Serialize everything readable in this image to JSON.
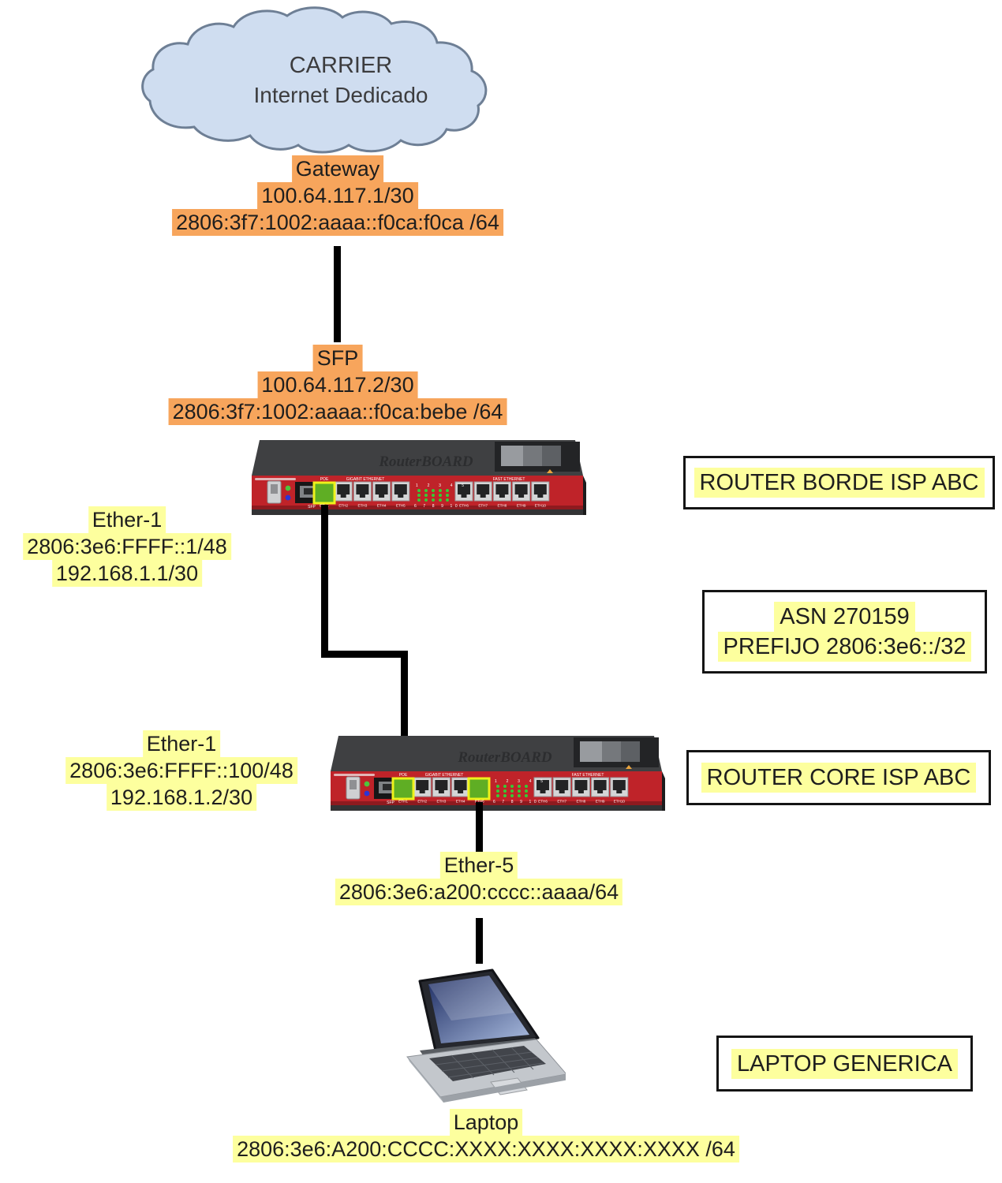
{
  "diagram": {
    "cloud": {
      "title": "CARRIER",
      "subtitle": "Internet Dedicado"
    },
    "carrier_gateway": {
      "name": "Gateway",
      "ipv4": "100.64.117.1/30",
      "ipv6": "2806:3f7:1002:aaaa::f0ca:f0ca /64"
    },
    "sfp_uplink": {
      "name": "SFP",
      "ipv4": "100.64.117.2/30",
      "ipv6": "2806:3f7:1002:aaaa::f0ca:bebe /64"
    },
    "router_borde": {
      "title": "ROUTER BORDE ISP ABC",
      "ether1": {
        "name": "Ether-1",
        "ipv6": "2806:3e6:FFFF::1/48",
        "ipv4": "192.168.1.1/30"
      }
    },
    "asn_info": {
      "line1": "ASN 270159",
      "line2": "PREFIJO 2806:3e6::/32"
    },
    "router_core": {
      "title": "ROUTER CORE ISP ABC",
      "ether1": {
        "name": "Ether-1",
        "ipv6": "2806:3e6:FFFF::100/48",
        "ipv4": "192.168.1.2/30"
      },
      "ether5": {
        "name": "Ether-5",
        "ipv6": "2806:3e6:a200:cccc::aaaa/64"
      }
    },
    "laptop": {
      "box_title": "LAPTOP GENERICA",
      "name": "Laptop",
      "ipv6": "2806:3e6:A200:CCCC:XXXX:XXXX:XXXX:XXXX /64"
    }
  },
  "router_art": {
    "brand": "RouterBOARD",
    "labels": {
      "sfp": "SFP",
      "poe": "POE",
      "gigabit": "GIGABIT ETHERNET",
      "fast": "FAST ETHERNET"
    },
    "led_rows": {
      "top": "1 2 3 4 5",
      "bottom": "6 7 8 9 10"
    },
    "ports": [
      "ETH1",
      "ETH2",
      "ETH3",
      "ETH4",
      "ETH5",
      "ETH6",
      "ETH7",
      "ETH8",
      "ETH9",
      "ETH10"
    ]
  },
  "colors": {
    "orange_highlight": "#f7a55c",
    "yellow_highlight": "#fdff9e",
    "cloud_fill": "#cfddf0",
    "cloud_stroke": "#6e7f95",
    "router_red": "#bf2329",
    "router_top": "#3f4042",
    "port_highlight_fill": "#5fae24",
    "port_highlight_border": "#eef21b",
    "wire": "#000000"
  }
}
